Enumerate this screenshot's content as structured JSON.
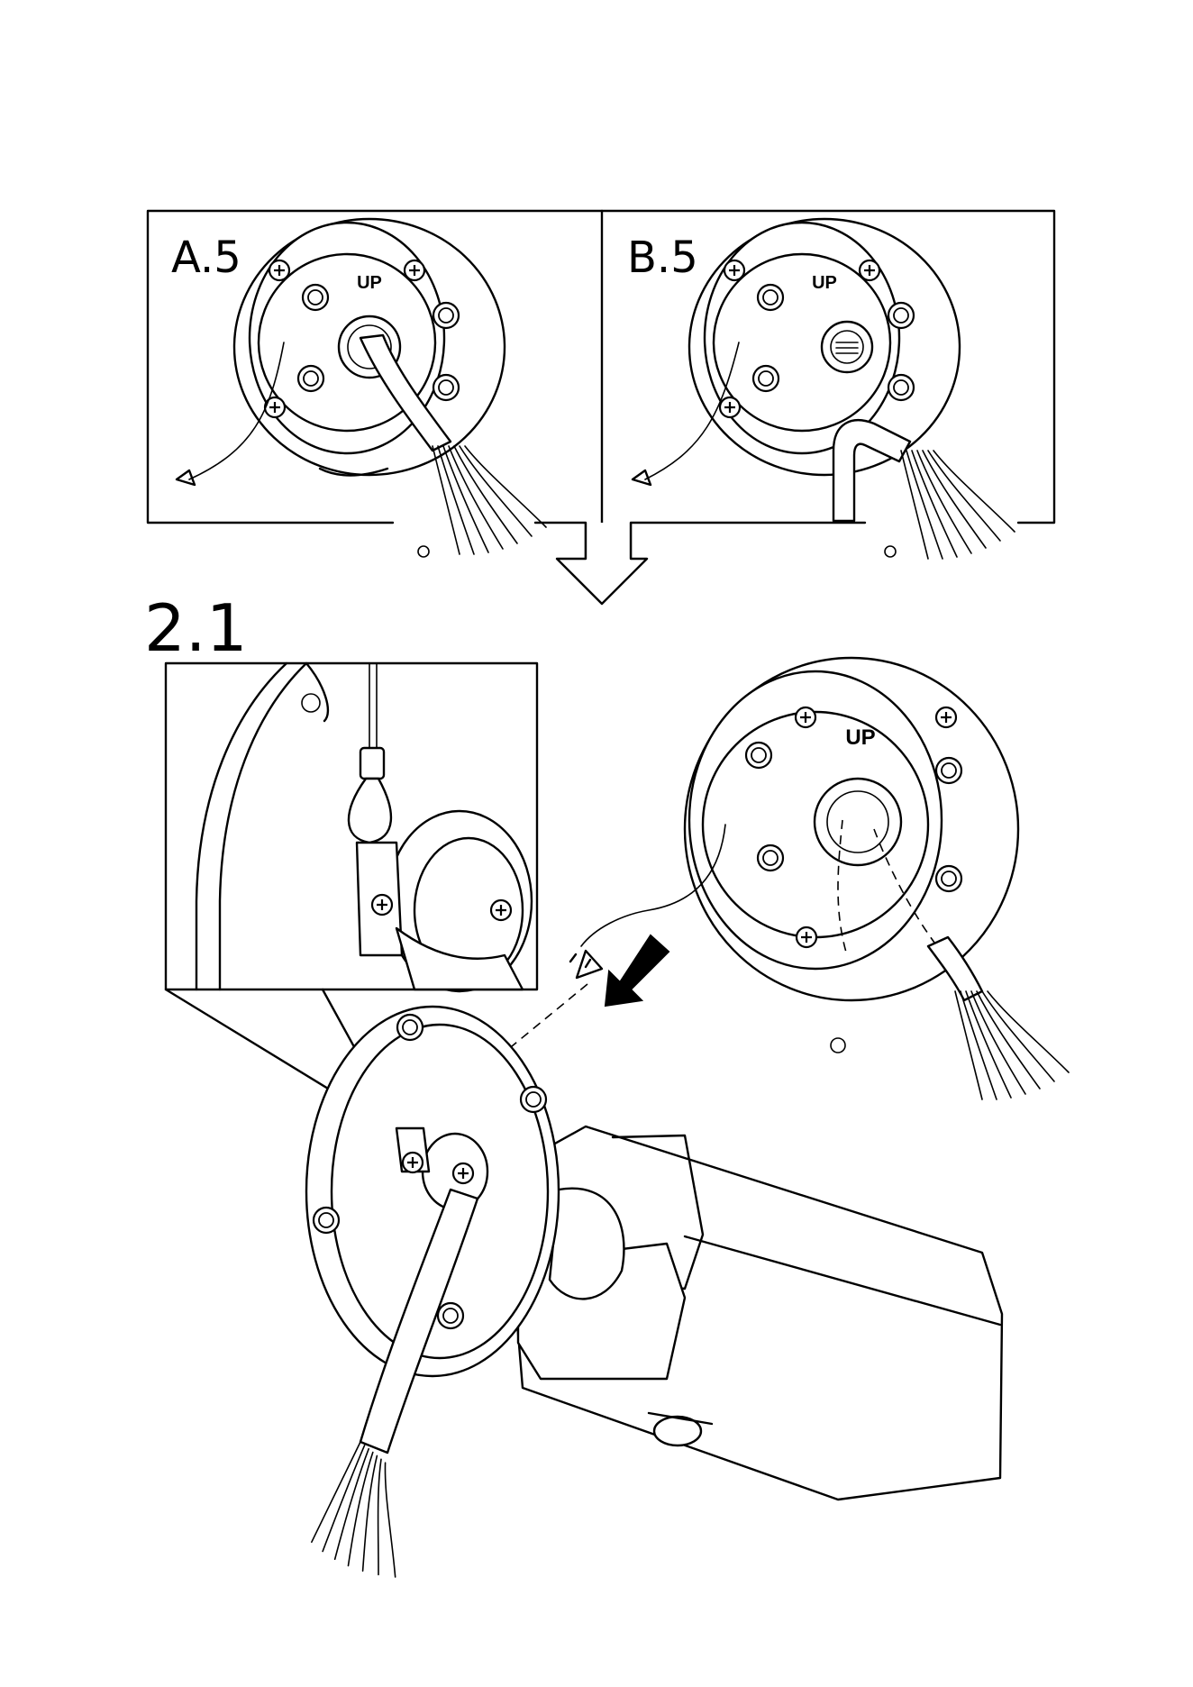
{
  "labels": {
    "panel_a": "A.5",
    "panel_b": "B.5",
    "step": "2.1",
    "up_mark": "UP"
  },
  "colors": {
    "line": "#000000",
    "background": "#ffffff"
  },
  "icons": {
    "flow_arrow": "down-arrow-icon",
    "direction_arrow": "diagonal-arrow-icon"
  }
}
